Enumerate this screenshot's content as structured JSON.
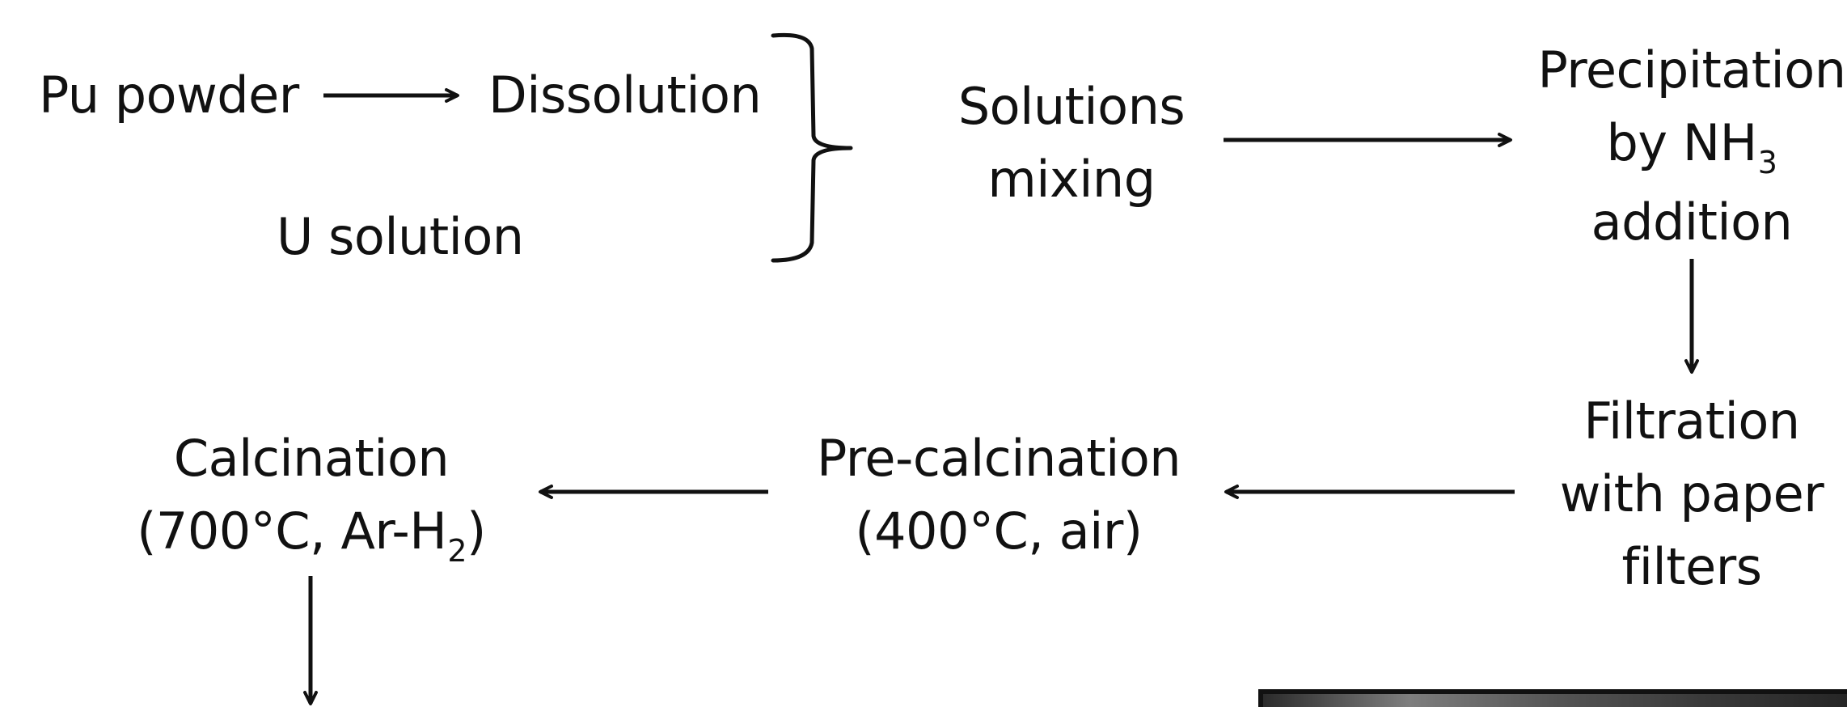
{
  "diagram": {
    "pu_powder": "Pu powder",
    "dissolution": "Dissolution",
    "u_solution": "U solution",
    "solutions_mixing": [
      "Solutions",
      "mixing"
    ],
    "precipitation": {
      "line1": "Precipitation",
      "line2_prefix": "by NH",
      "line2_sub": "3",
      "line3": "addition"
    },
    "filtration": [
      "Filtration",
      "with paper",
      "filters"
    ],
    "pre_calcination": [
      "Pre-calcination",
      "(400°C, air)"
    ],
    "calcination": {
      "line1": "Calcination",
      "line2_prefix": "(700°C, Ar-H",
      "line2_sub": "2",
      "line2_suffix": ")"
    }
  },
  "colors": {
    "ink": "#111111",
    "background": "#ffffff"
  }
}
